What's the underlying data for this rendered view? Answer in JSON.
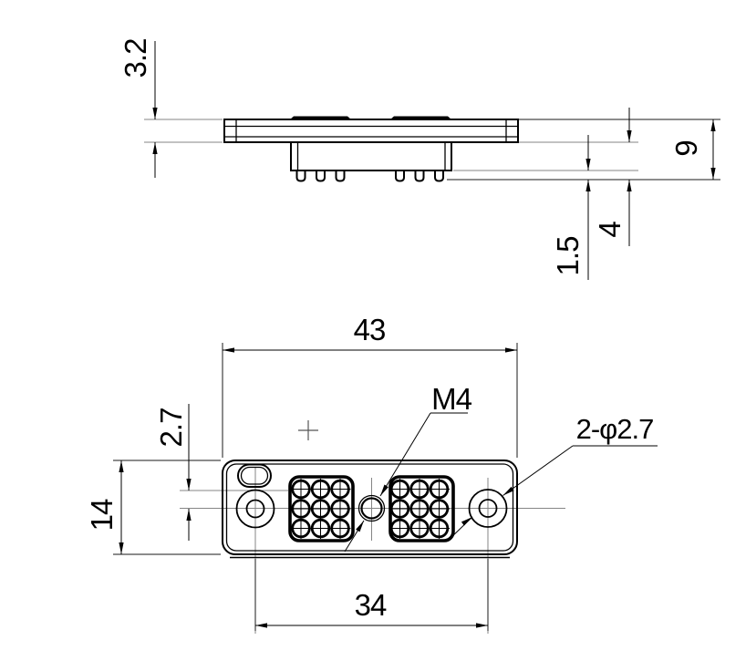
{
  "drawing": {
    "kind": "connector-engineering-drawing",
    "side_view": {
      "dim_top_thickness": "3.2",
      "dim_overall_height": "9",
      "dim_body_height": "4",
      "dim_pin_clearance": "1.5"
    },
    "front_view": {
      "dim_width": "43",
      "dim_hole_spacing": "34",
      "dim_height": "14",
      "dim_hole_offset": "2.7",
      "label_thread": "M4",
      "label_holes": "2-φ2.7"
    },
    "colors": {
      "line": "#000000",
      "centerline": "#858585",
      "background": "#ffffff"
    }
  }
}
